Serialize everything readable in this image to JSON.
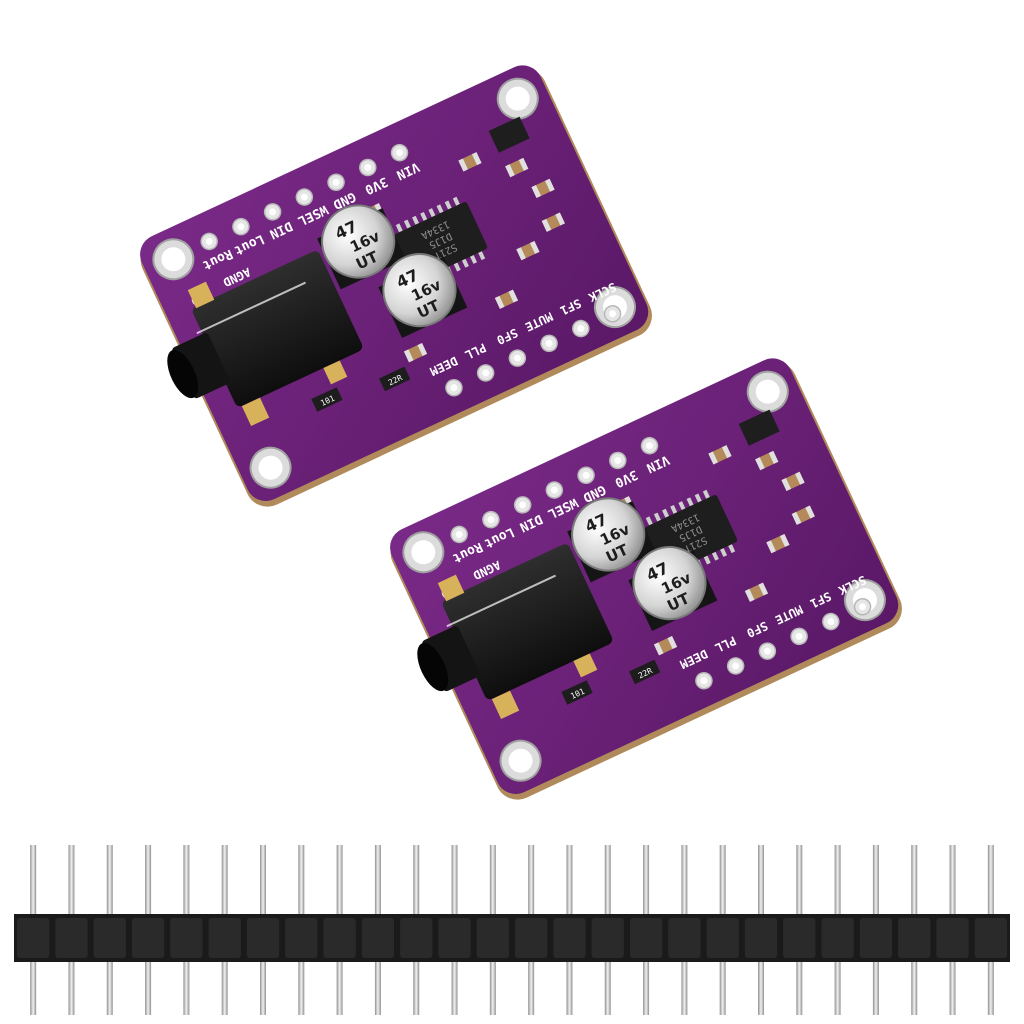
{
  "colors": {
    "pcb": "#6b2078",
    "pcb_dark": "#4a1054",
    "pcb_edge": "#b08a5a",
    "silkscreen": "#ffffff",
    "pad": "#e6e6e6",
    "chip": "#1e1e1e",
    "header_plastic": "#1a1a1a",
    "header_pin": "#c9c9c9",
    "gold": "#d8b25a"
  },
  "boards": [
    {
      "pins_top": [
        "VIN",
        "3V0",
        "GND",
        "WSEL",
        "DIN",
        "Lout",
        "Rout"
      ],
      "agnd_label": "AGND",
      "pins_side": [
        "SCLK",
        "SF1",
        "MUTE",
        "SF0",
        "PLL",
        "DEEM"
      ],
      "capacitors": [
        {
          "value": "47",
          "voltage": "16v",
          "brand": "UT"
        },
        {
          "value": "47",
          "voltage": "16v",
          "brand": "UT"
        }
      ],
      "resistors": [
        "101",
        "101",
        "22R"
      ],
      "chip_marking": [
        "1334A",
        "D1J5",
        "S21T"
      ]
    },
    {
      "pins_top": [
        "VIN",
        "3V0",
        "GND",
        "WSEL",
        "DIN",
        "Lout",
        "Rout"
      ],
      "agnd_label": "AGND",
      "pins_side": [
        "SCLK",
        "SF1",
        "MUTE",
        "SF0",
        "PLL",
        "DEEM"
      ],
      "capacitors": [
        {
          "value": "47",
          "voltage": "16v",
          "brand": "UT"
        },
        {
          "value": "47",
          "voltage": "16v",
          "brand": "UT"
        }
      ],
      "resistors": [
        "101",
        "101",
        "22R"
      ],
      "chip_marking": [
        "1334A",
        "D1J5",
        "S21T"
      ]
    }
  ],
  "header_strip": {
    "pin_count": 26
  }
}
